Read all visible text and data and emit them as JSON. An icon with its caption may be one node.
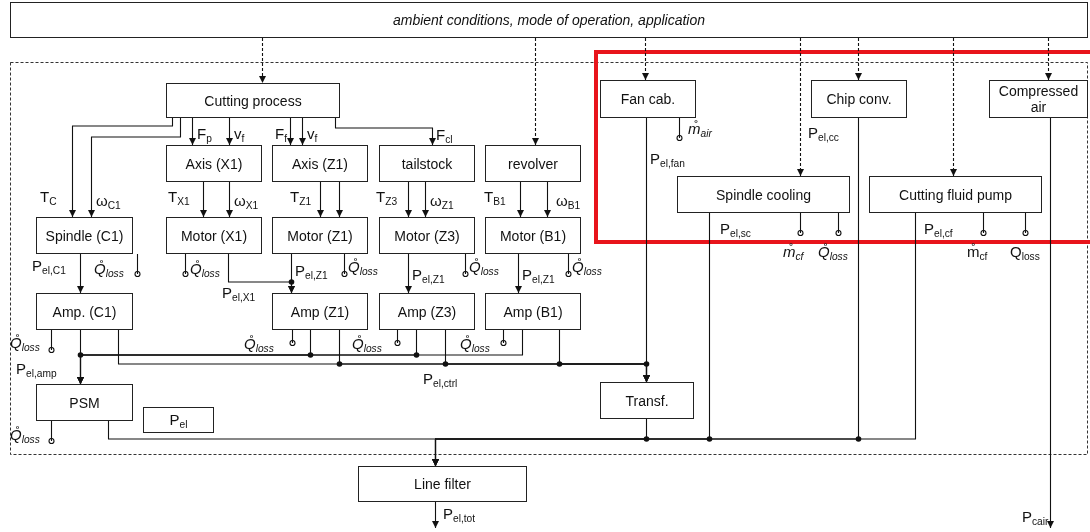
{
  "diagram": {
    "nodes": [
      {
        "text": [
          "ambient conditions, mode of operation, application"
        ]
      },
      {
        "text": [
          "Cutting process"
        ]
      },
      {
        "text": [
          "Fan cab."
        ]
      },
      {
        "text": [
          "Chip conv."
        ]
      },
      {
        "text": [
          "Compressed air"
        ]
      },
      {
        "text": [
          "Axis (X1)"
        ]
      },
      {
        "text": [
          "Axis (Z1)"
        ]
      },
      {
        "text": [
          "tailstock"
        ]
      },
      {
        "text": [
          "revolver"
        ]
      },
      {
        "text": [
          "Spindle cooling"
        ]
      },
      {
        "text": [
          "Cutting fluid pump"
        ]
      },
      {
        "text": [
          "Spindle (C1)"
        ]
      },
      {
        "text": [
          "Motor (X1)"
        ]
      },
      {
        "text": [
          "Motor (Z1)"
        ]
      },
      {
        "text": [
          "Motor (Z3)"
        ]
      },
      {
        "text": [
          "Motor (B1)"
        ]
      },
      {
        "text": [
          "Amp. (C1)"
        ]
      },
      {
        "text": [
          "Amp (Z1)"
        ]
      },
      {
        "text": [
          "Amp (Z3)"
        ]
      },
      {
        "text": [
          "Amp (B1)"
        ]
      },
      {
        "text": [
          "Transf."
        ]
      },
      {
        "text": [
          "PSM"
        ]
      },
      {
        "text": [
          "P$_{el}$"
        ]
      },
      {
        "text": [
          "Line filter"
        ]
      }
    ],
    "edges": [
      {
        "from": 0,
        "to": 1,
        "arrow": "to",
        "style": "dashed"
      },
      {
        "from": 0,
        "to": 8,
        "arrow": "to",
        "style": "dashed"
      },
      {
        "from": 0,
        "to": 2,
        "arrow": "to",
        "style": "dashed"
      },
      {
        "from": 0,
        "to": 9,
        "arrow": "to",
        "style": "dashed"
      },
      {
        "from": 0,
        "to": 3,
        "arrow": "to",
        "style": "dashed"
      },
      {
        "from": 0,
        "to": 10,
        "arrow": "to",
        "style": "dashed"
      },
      {
        "from": 0,
        "to": 4,
        "arrow": "to",
        "style": "dashed"
      },
      {
        "from": 1,
        "to": 11,
        "arrow": "to",
        "label": "T$_{C}$"
      },
      {
        "from": 1,
        "to": 11,
        "arrow": "to",
        "label": "ω$_{C1}$"
      },
      {
        "from": 1,
        "to": 5,
        "arrow": "to",
        "label": "F$_{p}$"
      },
      {
        "from": 1,
        "to": 5,
        "arrow": "to",
        "label": "v$_{f}$"
      },
      {
        "from": 1,
        "to": 6,
        "arrow": "to",
        "label": "F$_{f}$"
      },
      {
        "from": 1,
        "to": 6,
        "arrow": "to",
        "label": "v$_{f}$"
      },
      {
        "from": 1,
        "to": 7,
        "arrow": "to",
        "label": "F$_{cl}$"
      },
      {
        "from": 5,
        "to": 12,
        "arrow": "to",
        "label": "T$_{X1}$"
      },
      {
        "from": 5,
        "to": 12,
        "arrow": "to",
        "label": "ω$_{X1}$"
      },
      {
        "from": 6,
        "to": 13,
        "arrow": "to",
        "label": "T$_{Z1}$"
      },
      {
        "from": 6,
        "to": 13,
        "arrow": "to"
      },
      {
        "from": 7,
        "to": 14,
        "arrow": "to",
        "label": "T$_{Z3}$"
      },
      {
        "from": 7,
        "to": 14,
        "arrow": "to",
        "label": "ω$_{Z1}$"
      },
      {
        "from": 8,
        "to": 15,
        "arrow": "to",
        "label": "T$_{B1}$"
      },
      {
        "from": 8,
        "to": 15,
        "arrow": "to",
        "label": "ω$_{B1}$"
      },
      {
        "from": 11,
        "to": 16,
        "arrow": "to",
        "label": "P$_{el,C1}$"
      },
      {
        "from": 11,
        "to": null,
        "arrow": "other",
        "label": "Q̊$_{loss}$"
      },
      {
        "from": 12,
        "to": null,
        "arrow": "other",
        "label": "Q̊$_{loss}$"
      },
      {
        "from": 12,
        "to": 17,
        "arrow": "to",
        "label": "P$_{el,X1}$"
      },
      {
        "from": 13,
        "to": null,
        "arrow": "other",
        "label": "Q̊$_{loss}$"
      },
      {
        "from": 13,
        "to": 17,
        "arrow": "to",
        "label": "P$_{el,Z1}$"
      },
      {
        "from": 14,
        "to": 18,
        "arrow": "to",
        "label": "P$_{el,Z1}$"
      },
      {
        "from": 14,
        "to": null,
        "arrow": "other",
        "label": "Q̊$_{loss}$"
      },
      {
        "from": 15,
        "to": 19,
        "arrow": "to",
        "label": "P$_{el,Z1}$"
      },
      {
        "from": 15,
        "to": null,
        "arrow": "other",
        "label": "Q̊$_{loss}$"
      },
      {
        "from": 16,
        "to": null,
        "arrow": "other",
        "label": "Q̊$_{loss}$"
      },
      {
        "from": 16,
        "to": 21,
        "arrow": "to",
        "label": "P$_{el,amp}$"
      },
      {
        "from": 16,
        "to": 20,
        "arrow": "to",
        "label": "P$_{el,ctrl}$"
      },
      {
        "from": 17,
        "to": null,
        "arrow": "other",
        "label": "Q̊$_{loss}$"
      },
      {
        "from": 17,
        "to": 21,
        "arrow": "to"
      },
      {
        "from": 17,
        "to": 20,
        "arrow": "to"
      },
      {
        "from": 18,
        "to": null,
        "arrow": "other",
        "label": "Q̊$_{loss}$"
      },
      {
        "from": 18,
        "to": 21,
        "arrow": "to"
      },
      {
        "from": 18,
        "to": 20,
        "arrow": "to"
      },
      {
        "from": 19,
        "to": null,
        "arrow": "other",
        "label": "Q̊$_{loss}$"
      },
      {
        "from": 19,
        "to": 21,
        "arrow": "to"
      },
      {
        "from": 19,
        "to": 20,
        "arrow": "to"
      },
      {
        "from": 2,
        "to": 20,
        "arrow": "to",
        "label": "P$_{el,fan}$"
      },
      {
        "from": 2,
        "to": null,
        "arrow": "other",
        "label": "m̊$_{air}$"
      },
      {
        "from": 9,
        "to": 23,
        "arrow": "to",
        "label": "P$_{el,sc}$"
      },
      {
        "from": 9,
        "to": null,
        "arrow": "other",
        "label": "m̊$_{cf}$"
      },
      {
        "from": 9,
        "to": null,
        "arrow": "other",
        "label": "Q̊$_{loss}$"
      },
      {
        "from": 3,
        "to": 23,
        "arrow": "to",
        "label": "P$_{el,cc}$"
      },
      {
        "from": 10,
        "to": 23,
        "arrow": "to",
        "label": "P$_{el,cf}$"
      },
      {
        "from": 10,
        "to": null,
        "arrow": "other",
        "label": "m̊$_{cf}$"
      },
      {
        "from": 10,
        "to": null,
        "arrow": "other",
        "label": "Q$_{loss}$"
      },
      {
        "from": 4,
        "to": null,
        "arrow": "to",
        "label": "P$_{cair}$"
      },
      {
        "from": 21,
        "to": 23,
        "arrow": "to"
      },
      {
        "from": 20,
        "to": 23,
        "arrow": "to"
      },
      {
        "from": 23,
        "to": null,
        "arrow": "to",
        "label": "P$_{el,tot}$"
      },
      {
        "from": 21,
        "to": null,
        "arrow": "other",
        "label": "Q̊$_{loss}$"
      }
    ]
  }
}
